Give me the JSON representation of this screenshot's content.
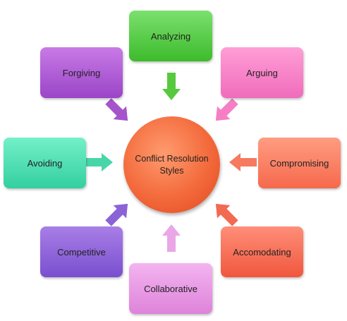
{
  "center": {
    "label": "Conflict Resolution Styles"
  },
  "nodes": [
    {
      "key": "analyzing",
      "label": "Analyzing",
      "color_top": "#7be06e",
      "color_bottom": "#3dbb2c",
      "arrow": "#56c93f"
    },
    {
      "key": "arguing",
      "label": "Arguing",
      "color_top": "#ff9ed6",
      "color_bottom": "#f06cbc",
      "arrow": "#f57ec4"
    },
    {
      "key": "compromising",
      "label": "Compromising",
      "color_top": "#ff9c82",
      "color_bottom": "#f6694c",
      "arrow": "#f57a60"
    },
    {
      "key": "accomodating",
      "label": "Accomodating",
      "color_top": "#ff8e79",
      "color_bottom": "#f0573d",
      "arrow": "#f36a52"
    },
    {
      "key": "collaborative",
      "label": "Collaborative",
      "color_top": "#f3b4f0",
      "color_bottom": "#de83da",
      "arrow": "#eaa6e6"
    },
    {
      "key": "competitive",
      "label": "Competitive",
      "color_top": "#a87ee6",
      "color_bottom": "#7a4fcf",
      "arrow": "#8b63d6"
    },
    {
      "key": "avoiding",
      "label": "Avoiding",
      "color_top": "#74f0c8",
      "color_bottom": "#33cfa0",
      "arrow": "#48d6a8"
    },
    {
      "key": "forgiving",
      "label": "Forgiving",
      "color_top": "#c97ae6",
      "color_bottom": "#9a45c8",
      "arrow": "#a554cc"
    }
  ]
}
